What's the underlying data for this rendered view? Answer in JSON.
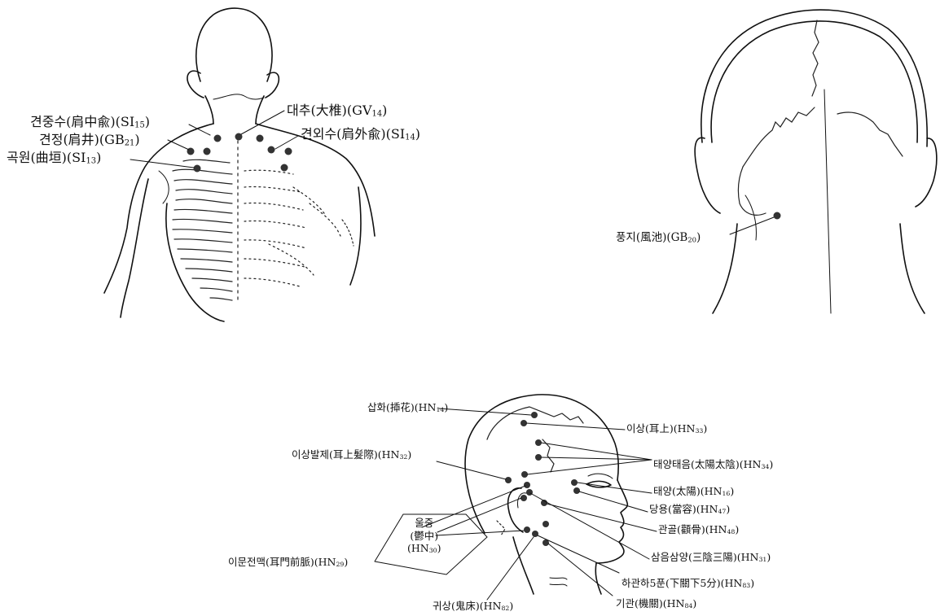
{
  "back_figure": {
    "labels": {
      "gyeonjungsu": {
        "main": "견중수(肩中兪)(SI",
        "sub": "15",
        "end": ")"
      },
      "gyeonjeong": {
        "main": "견정(肩井)(GB",
        "sub": "21",
        "end": ")"
      },
      "gokwon": {
        "main": "곡원(曲垣)(SI",
        "sub": "13",
        "end": ")"
      },
      "daechu": {
        "main": "대추(大椎)(GV",
        "sub": "14",
        "end": ")"
      },
      "gyeonoesu": {
        "main": "견외수(肩外兪)(SI",
        "sub": "14",
        "end": ")"
      }
    }
  },
  "head_back_figure": {
    "labels": {
      "pungji": {
        "main": "풍지(風池)(GB",
        "sub": "20",
        "end": ")"
      }
    }
  },
  "side_head_figure": {
    "labels": {
      "saphwa": {
        "main": "삽화(揷花)(HN",
        "sub": "14",
        "end": ")"
      },
      "isang": {
        "main": "이상(耳上)(HN",
        "sub": "33",
        "end": ")"
      },
      "isangbalje": {
        "main": "이상발제(耳上髮際)(HN",
        "sub": "32",
        "end": ")"
      },
      "taeyangtaeeum": {
        "main": "태양태음(太陽太陰)(HN",
        "sub": "34",
        "end": ")"
      },
      "taeyang": {
        "main": "태양(太陽)(HN",
        "sub": "16",
        "end": ")"
      },
      "dangyong": {
        "main": "당용(當容)(HN",
        "sub": "47",
        "end": ")"
      },
      "ulsung_line1": "울중",
      "ulsung_line2": "(鬱中)",
      "ulsung_line3": {
        "main": "(HN",
        "sub": "30",
        "end": ")"
      },
      "gwangol": {
        "main": "관골(顴骨)(HN",
        "sub": "48",
        "end": ")"
      },
      "imunjeonmaek": {
        "main": "이문전맥(耳門前脈)(HN",
        "sub": "29",
        "end": ")"
      },
      "sameumsamyang": {
        "main": "삼음삼양(三陰三陽)(HN",
        "sub": "31",
        "end": ")"
      },
      "hagwanha": {
        "main": "하관하5푼(下關下5分)(HN",
        "sub": "83",
        "end": ")"
      },
      "gisang": {
        "main": "귀상(鬼床)(HN",
        "sub": "82",
        "end": ")"
      },
      "gigwan": {
        "main": "기관(機關)(HN",
        "sub": "84",
        "end": ")"
      }
    }
  }
}
